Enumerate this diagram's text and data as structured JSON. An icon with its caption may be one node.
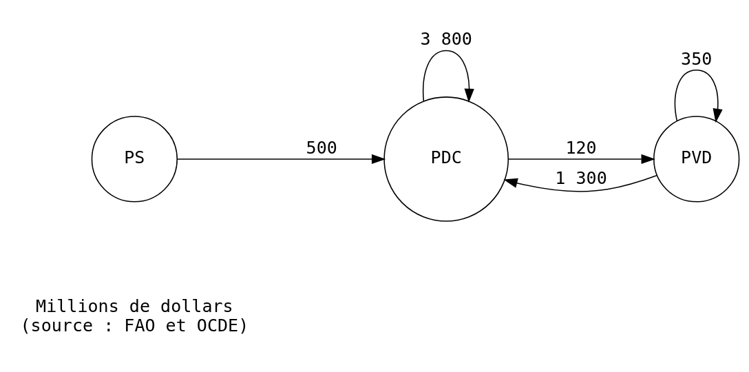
{
  "diagram": {
    "nodes": [
      {
        "text": [
          "PDC"
        ]
      },
      {
        "text": [
          "PS"
        ]
      },
      {
        "text": [
          "PVD"
        ]
      }
    ],
    "edges": [
      {
        "from": 0,
        "to": 0,
        "arrow": "to",
        "label": "3 800"
      },
      {
        "from": 1,
        "to": 0,
        "arrow": "to",
        "label": "500"
      },
      {
        "from": 0,
        "to": 2,
        "arrow": "to",
        "label": "120"
      },
      {
        "from": 2,
        "to": 0,
        "arrow": "to",
        "label": "1 300"
      },
      {
        "from": 2,
        "to": 2,
        "arrow": "to",
        "label": "350"
      }
    ],
    "labels": [
      "Millions de dollars",
      "(source : FAO et OCDE)"
    ]
  }
}
